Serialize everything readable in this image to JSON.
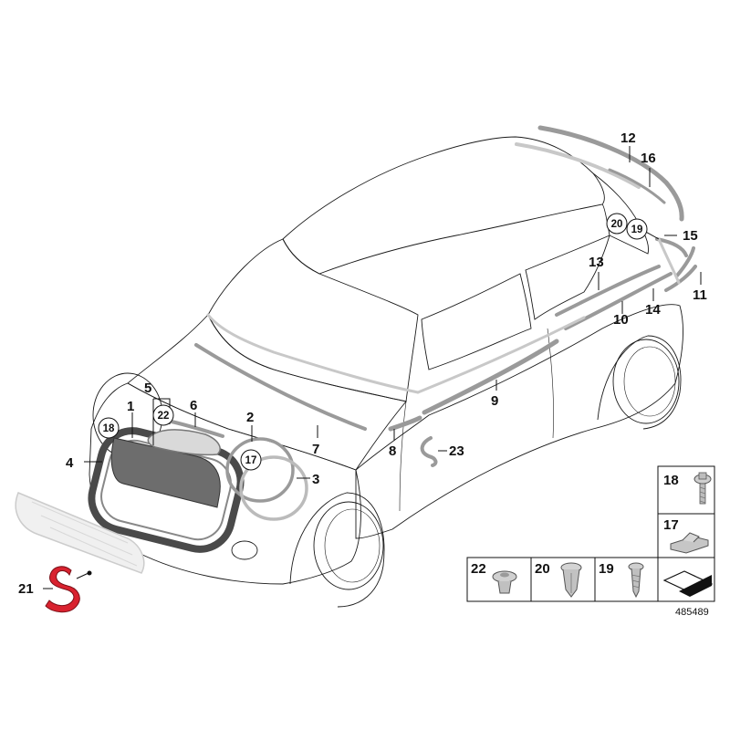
{
  "callouts": {
    "c1": "1",
    "c2": "2",
    "c3": "3",
    "c4": "4",
    "c5": "5",
    "c6": "6",
    "c7": "7",
    "c8": "8",
    "c9": "9",
    "c10": "10",
    "c11": "11",
    "c12": "12",
    "c13": "13",
    "c14": "14",
    "c15": "15",
    "c16": "16",
    "c17": "17",
    "c18": "18",
    "c19": "19",
    "c20": "20",
    "c21": "21",
    "c22": "22",
    "c23": "23"
  },
  "parts_table": {
    "p18": "18",
    "p17": "17",
    "p22": "22",
    "p20": "20",
    "p19": "19"
  },
  "diagram_number": "485489",
  "colors": {
    "trim_grey": "#9a9a9a",
    "emblem_red": "#d9222f",
    "line": "#1a1a1a"
  }
}
